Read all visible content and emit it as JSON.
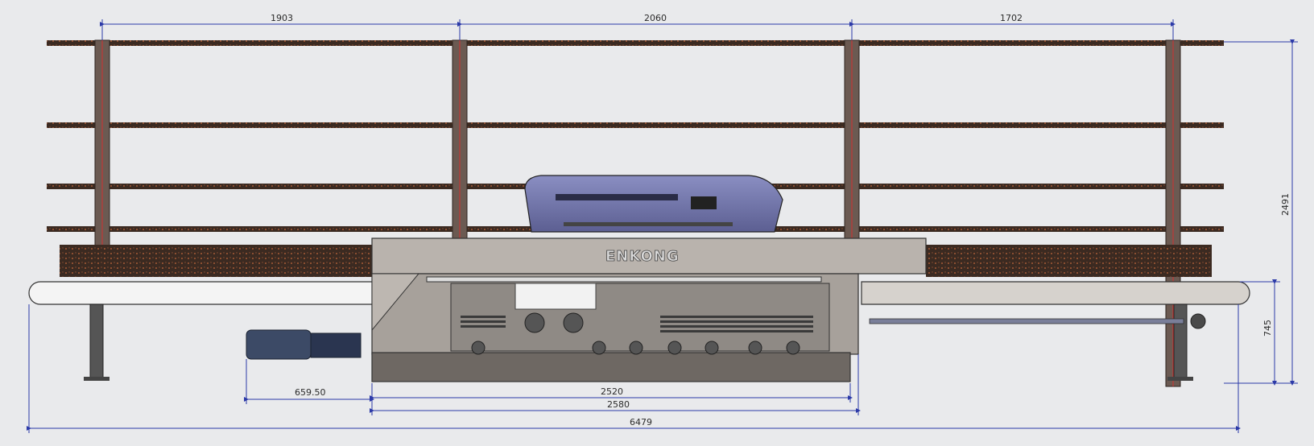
{
  "drawing": {
    "brand_label": "ENKONG",
    "dimensions": {
      "top_span_1": "1903",
      "top_span_2": "2060",
      "top_span_3": "1702",
      "overall_height": "2491",
      "conveyor_height": "745",
      "motor_offset": "659.50",
      "body_width_inner": "2520",
      "body_width_outer": "2580",
      "overall_length": "6479"
    },
    "colors": {
      "background": "#e9eaec",
      "dimension_line": "#2c3aa8",
      "center_line": "#d23030",
      "rail": "#3a2a20",
      "machine_body": "#b9b3ad",
      "panel": "#6e72a6"
    }
  }
}
